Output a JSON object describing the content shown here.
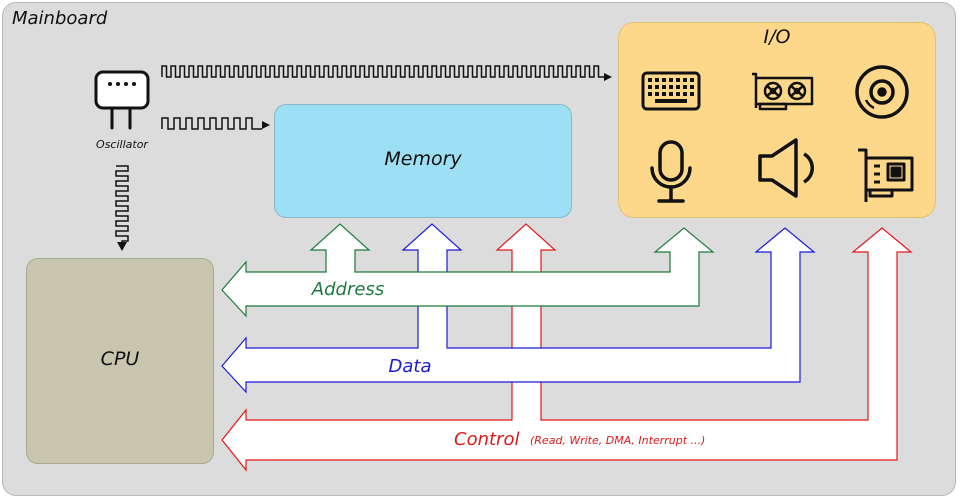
{
  "board": {
    "title": "Mainboard"
  },
  "oscillator": {
    "label": "Oscillator"
  },
  "memory": {
    "label": "Memory"
  },
  "io": {
    "label": "I/O",
    "icons": [
      "keyboard-icon",
      "graphics-card-icon",
      "disc-icon",
      "microphone-icon",
      "speaker-icon",
      "expansion-card-icon"
    ]
  },
  "cpu": {
    "label": "CPU"
  },
  "buses": {
    "address": {
      "label": "Address",
      "color": "#1d7a3a"
    },
    "data": {
      "label": "Data",
      "color": "#1a1ad8"
    },
    "control": {
      "label": "Control",
      "detail": "(Read, Write, DMA, Interrupt ...)",
      "color": "#e01818"
    }
  }
}
